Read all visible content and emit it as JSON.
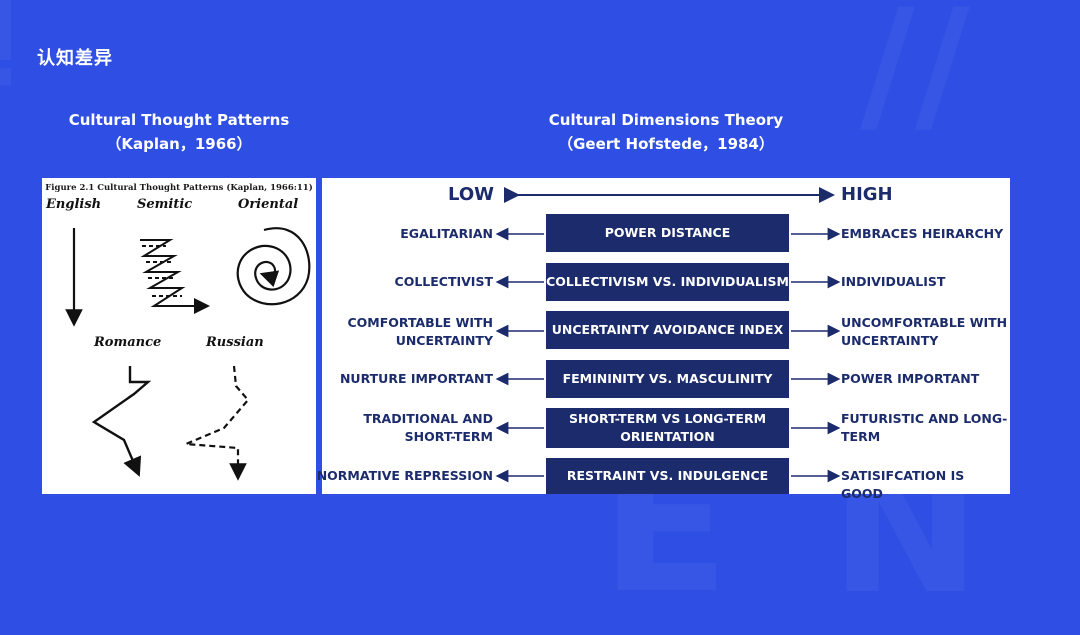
{
  "title": "认知差异",
  "left_caption": {
    "line1": "Cultural Thought Patterns",
    "line2": "（Kaplan，1966）"
  },
  "right_caption": {
    "line1": "Cultural Dimensions Theory",
    "line2": "（Geert Hofstede，1984）"
  },
  "kaplan": {
    "figure_title": "Figure 2.1 Cultural Thought Patterns (Kaplan, 1966:11)",
    "labels": [
      "English",
      "Semitic",
      "Oriental",
      "Romance",
      "Russian"
    ]
  },
  "hofstede": {
    "low_label": "LOW",
    "high_label": "HIGH",
    "dimensions": [
      {
        "name": "POWER DISTANCE",
        "low": "EGALITARIAN",
        "high": "EMBRACES HEIRARCHY"
      },
      {
        "name": "COLLECTIVISM VS. INDIVIDUALISM",
        "low": "COLLECTIVIST",
        "high": "INDIVIDUALIST"
      },
      {
        "name": "UNCERTAINTY AVOIDANCE INDEX",
        "low": "COMFORTABLE WITH UNCERTAINTY",
        "high": "UNCOMFORTABLE WITH UNCERTAINTY"
      },
      {
        "name": "FEMININITY VS. MASCULINITY",
        "low": "NURTURE IMPORTANT",
        "high": "POWER IMPORTANT"
      },
      {
        "name": "SHORT-TERM VS LONG-TERM ORIENTATION",
        "low": "TRADITIONAL AND SHORT-TERM",
        "high": "FUTURISTIC AND LONG-TERM"
      },
      {
        "name": "RESTRAINT VS. INDULGENCE",
        "low": "NORMATIVE REPRESSION",
        "high": "SATISIFCATION IS GOOD"
      }
    ]
  },
  "colors": {
    "background": "#2f4fe4",
    "navy": "#1b2b6b",
    "white": "#ffffff"
  }
}
